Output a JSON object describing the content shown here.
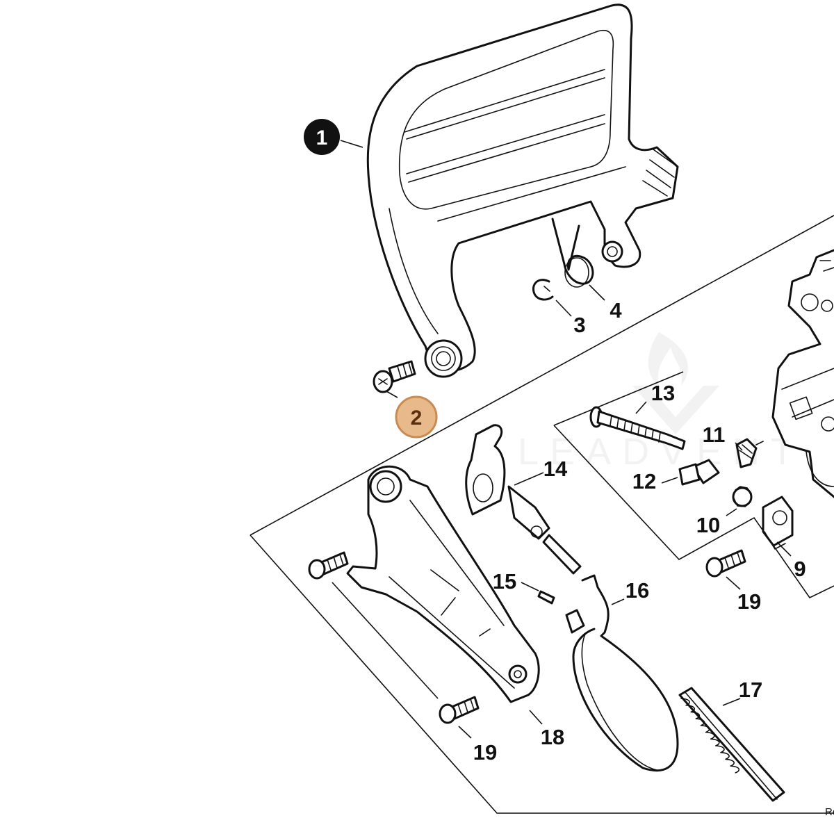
{
  "diagram": {
    "kind": "exploded parts diagram",
    "watermark": "LEADVENTURE",
    "corner_text": "Ro",
    "colors": {
      "line": "#111111",
      "highlight_fill": "#E8B98A",
      "highlight_stroke": "#C98B52",
      "highlight_text": "#5A2E0E",
      "filled_badge": "#111111"
    },
    "callouts": {
      "c1": "1",
      "c2": "2",
      "c3": "3",
      "c4": "4",
      "c9": "9",
      "c10": "10",
      "c11": "11",
      "c12": "12",
      "c13": "13",
      "c14": "14",
      "c15": "15",
      "c16": "16",
      "c17": "17",
      "c18": "18",
      "c19a": "19",
      "c19b": "19"
    },
    "highlighted_callout": "2",
    "filled_callout": "1"
  }
}
